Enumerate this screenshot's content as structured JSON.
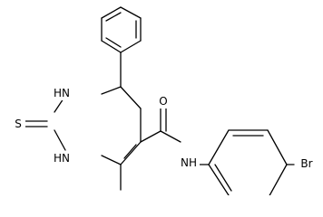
{
  "molecule": {
    "atoms": {
      "thione_s": "S",
      "n1": "HN",
      "n3": "NH",
      "amide_o": "O",
      "amide_n": "NH",
      "br": "Br"
    }
  },
  "colors": {
    "bond": "#000000",
    "background": "#ffffff",
    "label": "#000000"
  }
}
